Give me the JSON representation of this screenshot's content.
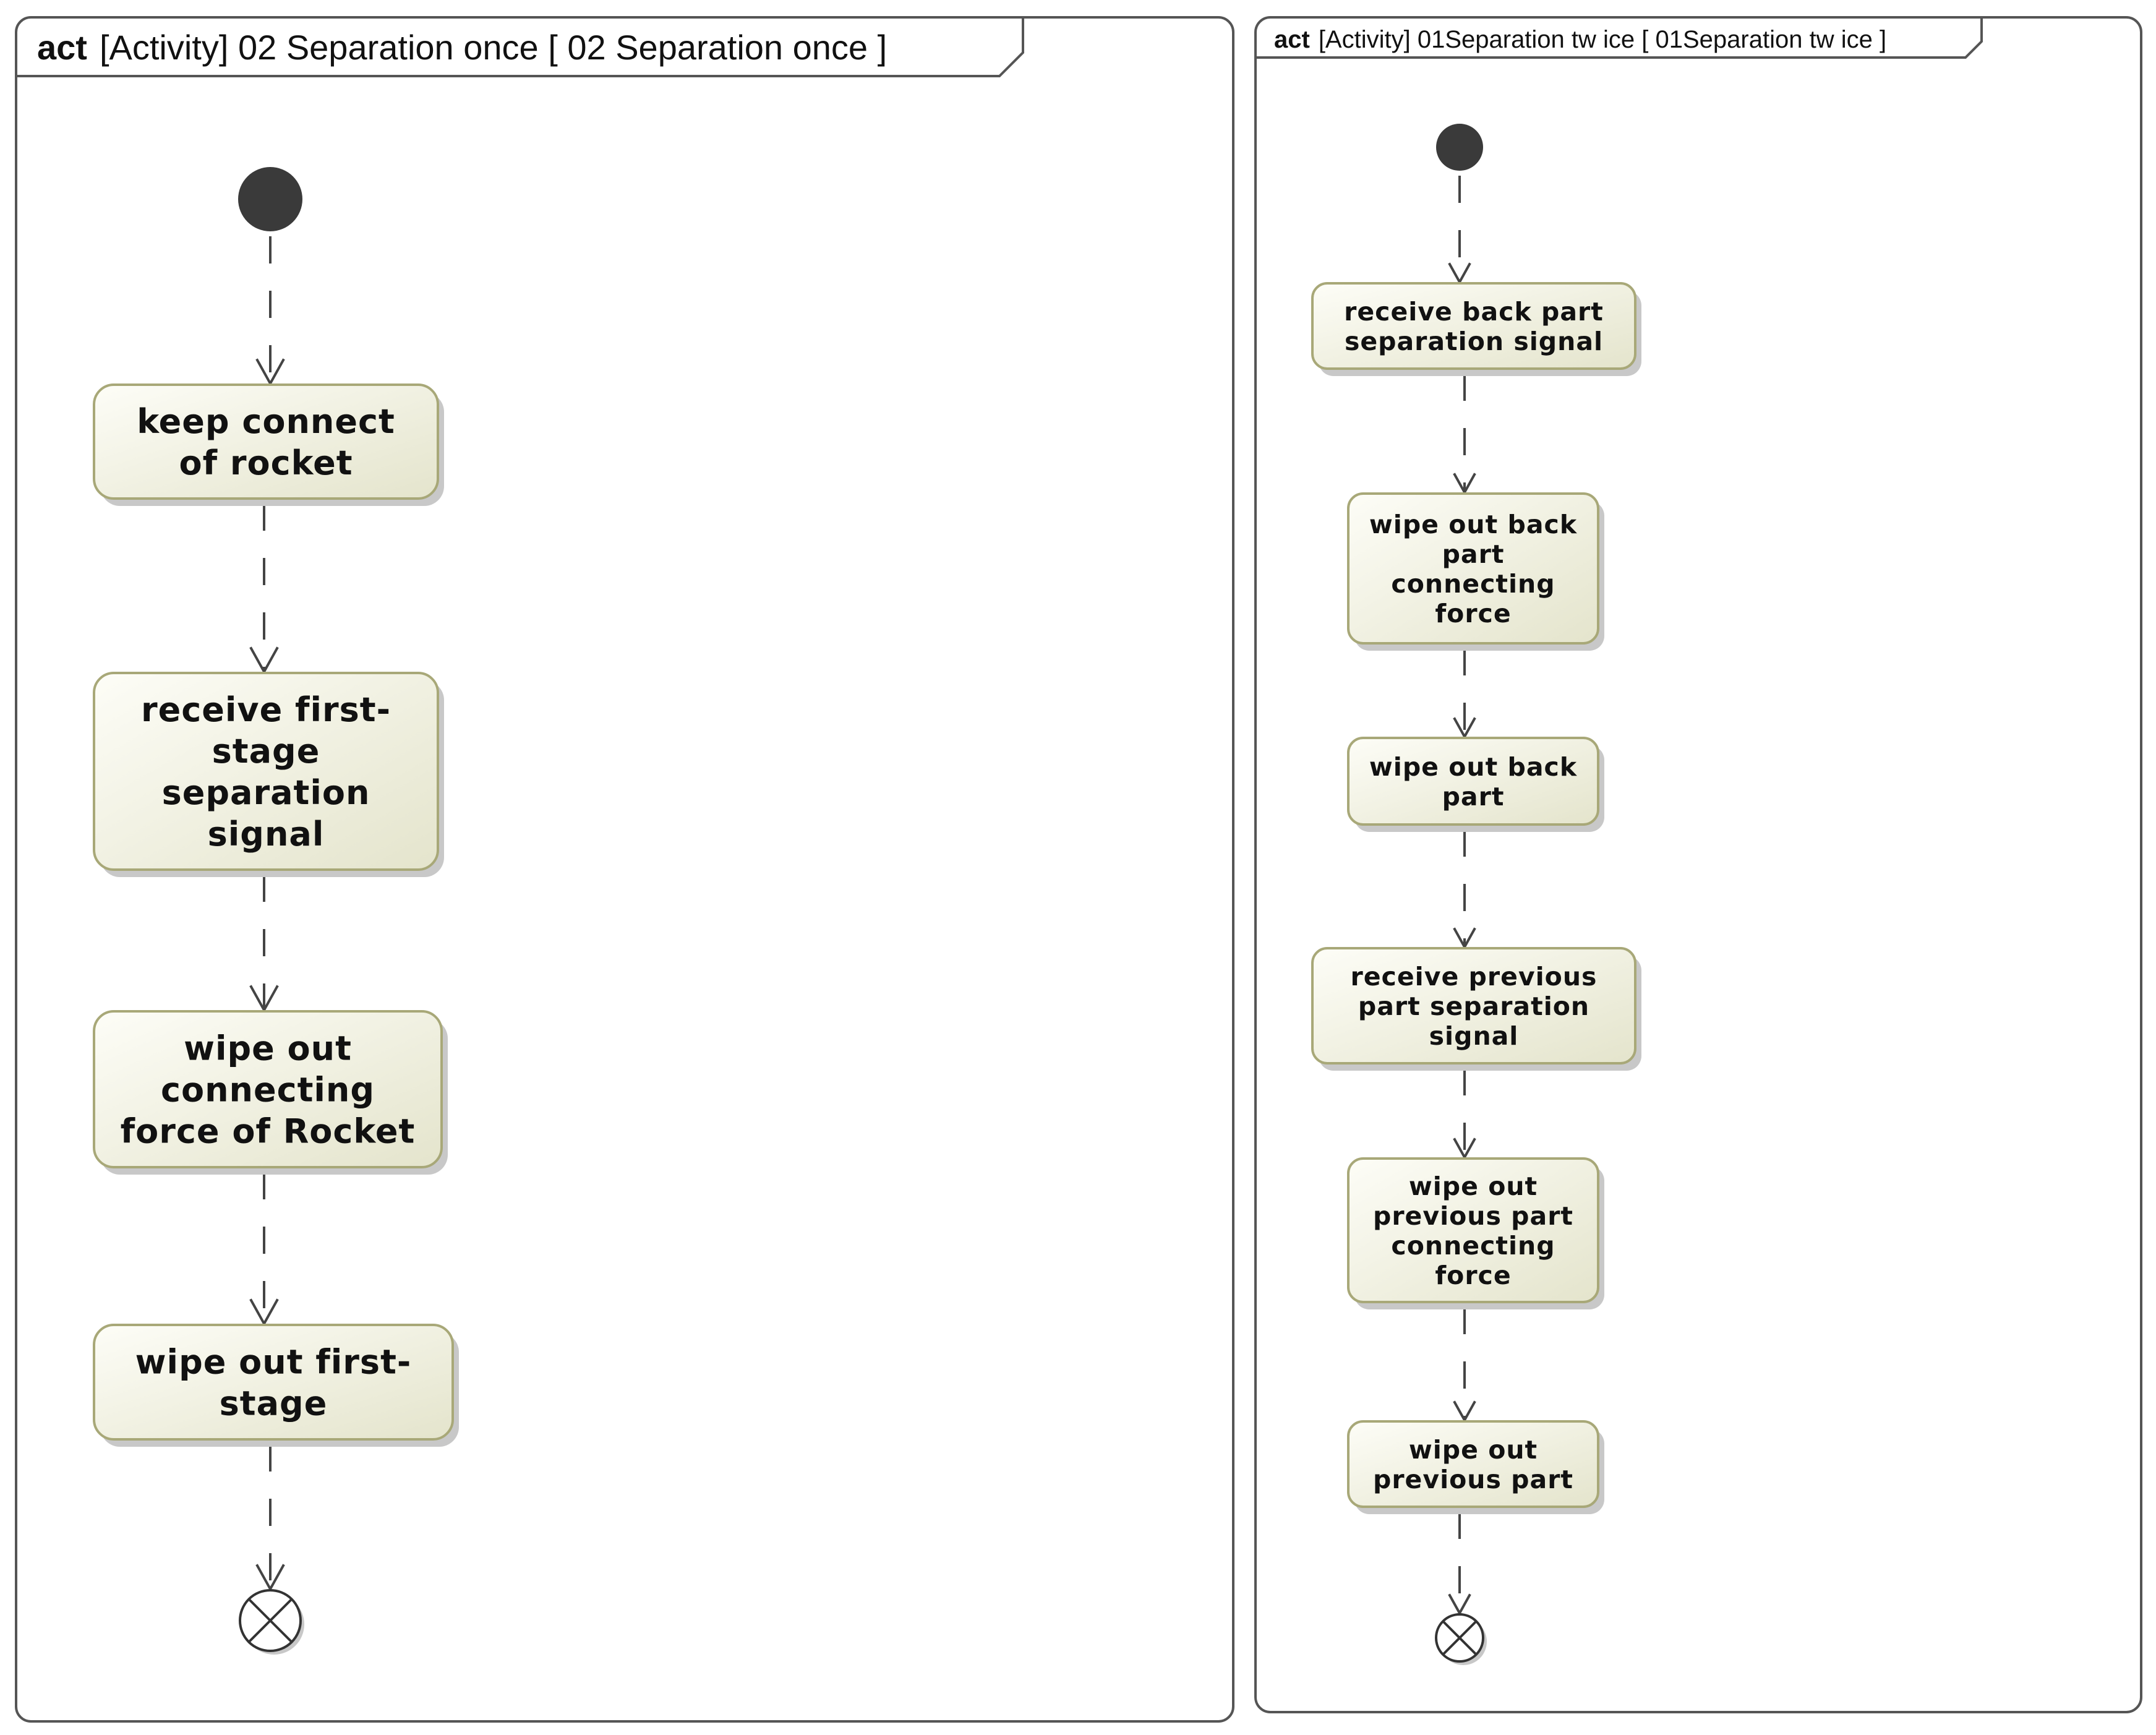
{
  "colors": {
    "frame_stroke": "#555555",
    "node_fill_light": "#fdfdf7",
    "node_fill_dark": "#e4e4cc",
    "node_stroke": "#a8a878",
    "node_shadow": "#c8c8c8",
    "initial_node": "#3a3a3a",
    "flow": "#444444"
  },
  "diagrams": [
    {
      "id": "separation-once",
      "frame_keyword": "act",
      "frame_title": "[Activity] 02 Separation once  [ 02 Separation once  ]",
      "nodes": [
        {
          "kind": "initial",
          "icon": "initial-node-icon"
        },
        {
          "kind": "action",
          "lines": [
            "keep connect",
            "of rocket"
          ]
        },
        {
          "kind": "action",
          "lines": [
            "receive  first-",
            "stage",
            "separation",
            "signal"
          ]
        },
        {
          "kind": "action",
          "lines": [
            "wipe out",
            "connecting",
            "force of Rocket"
          ]
        },
        {
          "kind": "action",
          "lines": [
            "wipe out  first-",
            "stage"
          ]
        },
        {
          "kind": "final",
          "icon": "flow-final-node-icon"
        }
      ]
    },
    {
      "id": "separation-twice",
      "frame_keyword": "act",
      "frame_title": "[Activity] 01Separation tw ice  [ 01Separation tw ice  ]",
      "nodes": [
        {
          "kind": "initial",
          "icon": "initial-node-icon"
        },
        {
          "kind": "action",
          "lines": [
            "receive  back part",
            "separation signal"
          ]
        },
        {
          "kind": "action",
          "lines": [
            "wipe out  back",
            "part",
            "connecting",
            "force"
          ]
        },
        {
          "kind": "action",
          "lines": [
            "wipe out  back",
            "part"
          ]
        },
        {
          "kind": "action",
          "lines": [
            "receive  previous",
            "part separation",
            "signal"
          ]
        },
        {
          "kind": "action",
          "lines": [
            "wipe out",
            "previous part",
            "connecting",
            "force"
          ]
        },
        {
          "kind": "action",
          "lines": [
            "wipe out",
            "previous part"
          ]
        },
        {
          "kind": "final",
          "icon": "flow-final-node-icon"
        }
      ]
    }
  ]
}
